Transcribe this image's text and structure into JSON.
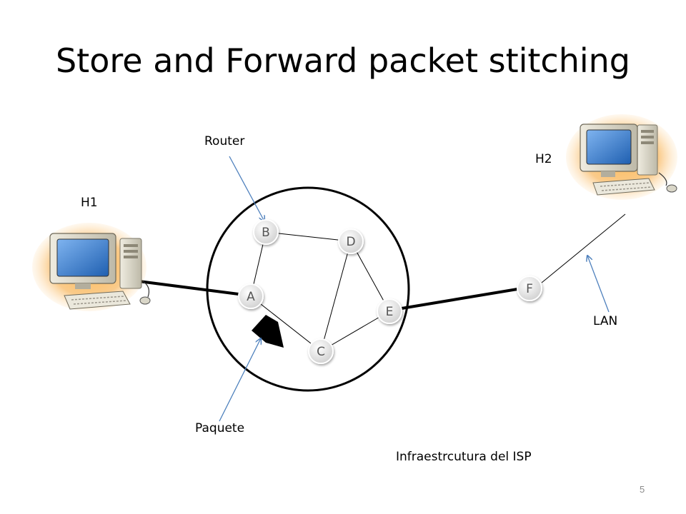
{
  "title": "Store and Forward packet stitching",
  "labels": {
    "router": "Router",
    "h1": "H1",
    "h2": "H2",
    "lan": "LAN",
    "packet": "Paquete",
    "isp": "Infraestrcutura del ISP"
  },
  "nodes": {
    "a": "A",
    "b": "B",
    "c": "C",
    "d": "D",
    "e": "E",
    "f": "F"
  },
  "page_number": "5",
  "icons": [
    "computer-icon",
    "computer-icon"
  ],
  "colors": {
    "node_fill": "#e6e6e6",
    "arrow": "#4f81bd",
    "monitor_screen": "#2a6fc0",
    "computer_body": "#d9d6c8",
    "glow": "#f59a1e"
  }
}
